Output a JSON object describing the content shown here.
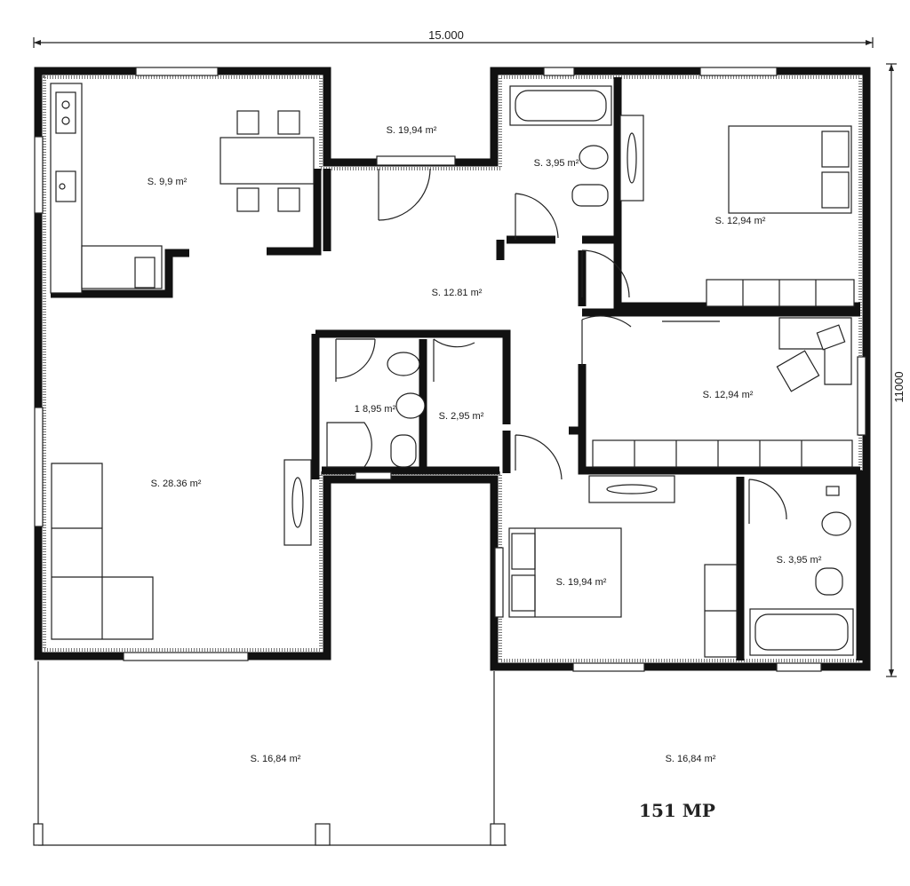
{
  "dimensions": {
    "width_label": "15.000",
    "height_label": "11000"
  },
  "rooms": [
    {
      "id": "kitchen",
      "label": "S. 9,9 m²"
    },
    {
      "id": "corridor-top",
      "label": "S. 19,94 m²"
    },
    {
      "id": "bath-top",
      "label": "S. 3,95 m²"
    },
    {
      "id": "bedroom-top-right",
      "label": "S. 12,94 m²"
    },
    {
      "id": "hall",
      "label": "S. 12.81 m²"
    },
    {
      "id": "study",
      "label": "S. 12,94 m²"
    },
    {
      "id": "bath-center",
      "label": "1 8,95 m²"
    },
    {
      "id": "wc-center",
      "label": "S. 2,95 m²"
    },
    {
      "id": "living",
      "label": "S. 28.36 m²"
    },
    {
      "id": "bedroom-bottom",
      "label": "S. 19,94 m²"
    },
    {
      "id": "bath-bottom-right",
      "label": "S. 3,95 m²"
    },
    {
      "id": "terrace-left",
      "label": "S. 16,84 m²"
    },
    {
      "id": "terrace-right",
      "label": "S. 16,84 m²"
    }
  ],
  "model": "151 MP"
}
